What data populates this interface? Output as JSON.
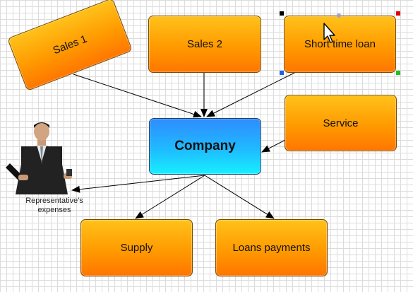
{
  "nodes": {
    "sales1": "Sales 1",
    "sales2": "Sales 2",
    "loan": "Short time loan",
    "service": "Service",
    "company": "Company",
    "supply": "Supply",
    "loans_payments": "Loans payments"
  },
  "representative_label": "Representative's expenses",
  "colors": {
    "node_orange_top": "#ffc21a",
    "node_orange_bottom": "#ff7600",
    "node_blue_top": "#2f8cff",
    "node_blue_bottom": "#17efff",
    "handle_black": "#000000",
    "handle_grey": "#a0a0c8",
    "handle_red": "#e00000",
    "handle_blue": "#2060e0",
    "handle_green": "#20c020"
  },
  "connections": [
    {
      "from": "Sales 1",
      "to": "Company"
    },
    {
      "from": "Sales 2",
      "to": "Company"
    },
    {
      "from": "Short time loan",
      "to": "Company"
    },
    {
      "from": "Service",
      "to": "Company"
    },
    {
      "from": "Company",
      "to": "Representative's expenses"
    },
    {
      "from": "Company",
      "to": "Supply"
    },
    {
      "from": "Company",
      "to": "Loans payments"
    }
  ]
}
